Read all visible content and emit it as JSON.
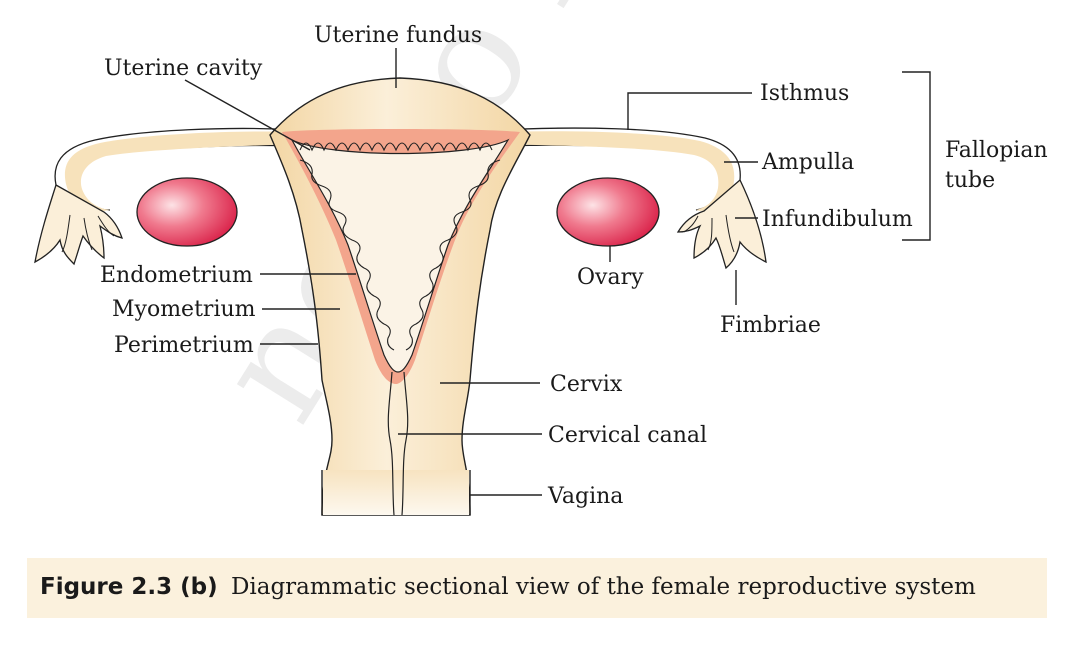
{
  "labels": {
    "uterine_fundus": "Uterine fundus",
    "uterine_cavity": "Uterine cavity",
    "isthmus": "Isthmus",
    "ampulla": "Ampulla",
    "infundibulum": "Infundibulum",
    "fallopian": "Fallopian",
    "tube": "tube",
    "ovary": "Ovary",
    "fimbriae": "Fimbriae",
    "endometrium": "Endometrium",
    "myometrium": "Myometrium",
    "perimetrium": "Perimetrium",
    "cervix": "Cervix",
    "cervical_canal": "Cervical canal",
    "vagina": "Vagina"
  },
  "caption": {
    "figure_number": "Figure 2.3 (b)",
    "text": "Diagrammatic sectional view of the female reproductive system"
  },
  "colors": {
    "tissue": "#f6dcb0",
    "tissue_light": "#fbf3e6",
    "endometrium": "#f2a088",
    "ovary": "#e23c5c",
    "caption_bg": "#fbf1dd",
    "watermark": "#e6e6e6"
  },
  "watermark": "not to be"
}
